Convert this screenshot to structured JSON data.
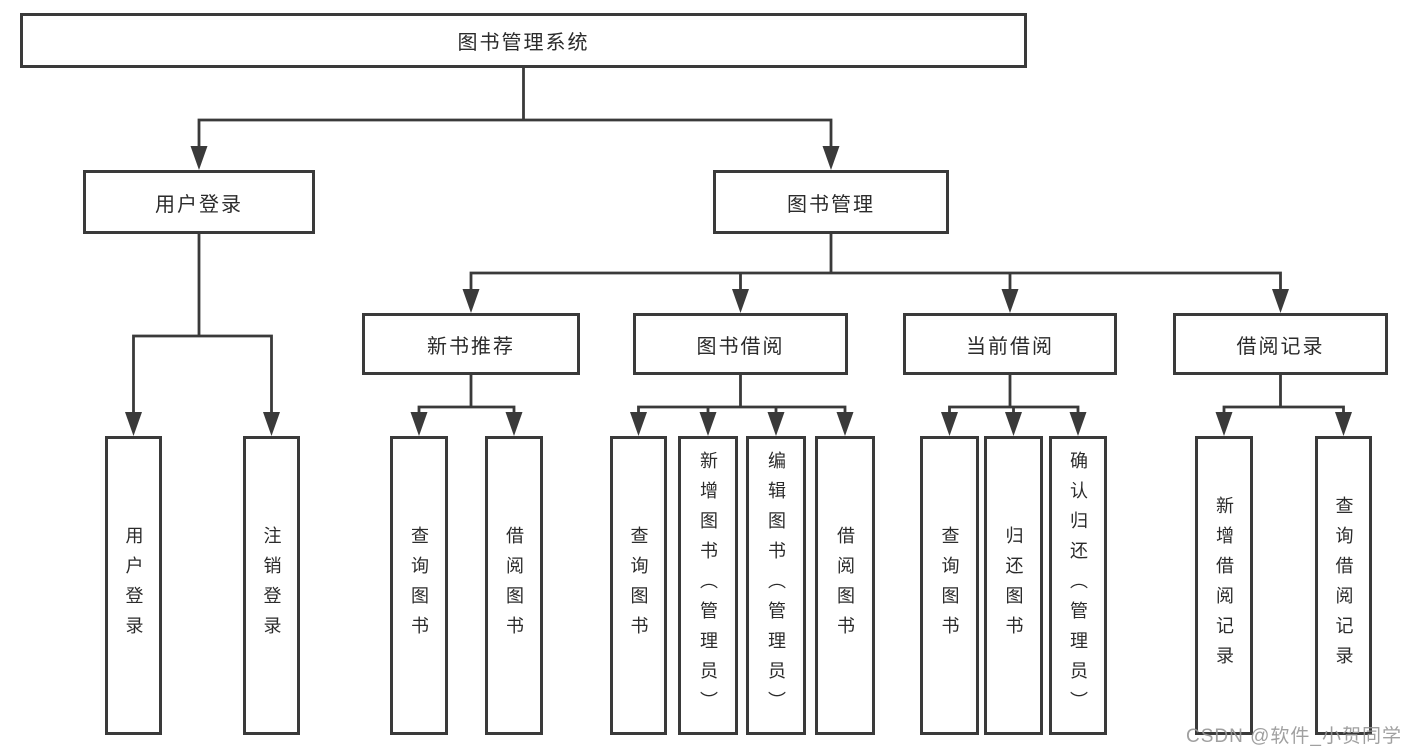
{
  "tree": {
    "label": "图书管理系统",
    "children": [
      {
        "label": "用户登录",
        "children": [
          {
            "label": "用户登录"
          },
          {
            "label": "注销登录"
          }
        ]
      },
      {
        "label": "图书管理",
        "children": [
          {
            "label": "新书推荐",
            "children": [
              {
                "label": "查询图书"
              },
              {
                "label": "借阅图书"
              }
            ]
          },
          {
            "label": "图书借阅",
            "children": [
              {
                "label": "查询图书"
              },
              {
                "label": "新增图书（管理员）"
              },
              {
                "label": "编辑图书（管理员）"
              },
              {
                "label": "借阅图书"
              }
            ]
          },
          {
            "label": "当前借阅",
            "children": [
              {
                "label": "查询图书"
              },
              {
                "label": "归还图书"
              },
              {
                "label": "确认归还（管理员）"
              }
            ]
          },
          {
            "label": "借阅记录",
            "children": [
              {
                "label": "新增借阅记录"
              },
              {
                "label": "查询借阅记录"
              }
            ]
          }
        ]
      }
    ]
  },
  "watermark": {
    "text": "CSDN @软件_小贺同学"
  },
  "colors": {
    "line": "#3a3a3a",
    "text": "#2b2b2b",
    "watermark": "#969696",
    "node_background": "#ffffff",
    "page_background": "#ffffff"
  }
}
